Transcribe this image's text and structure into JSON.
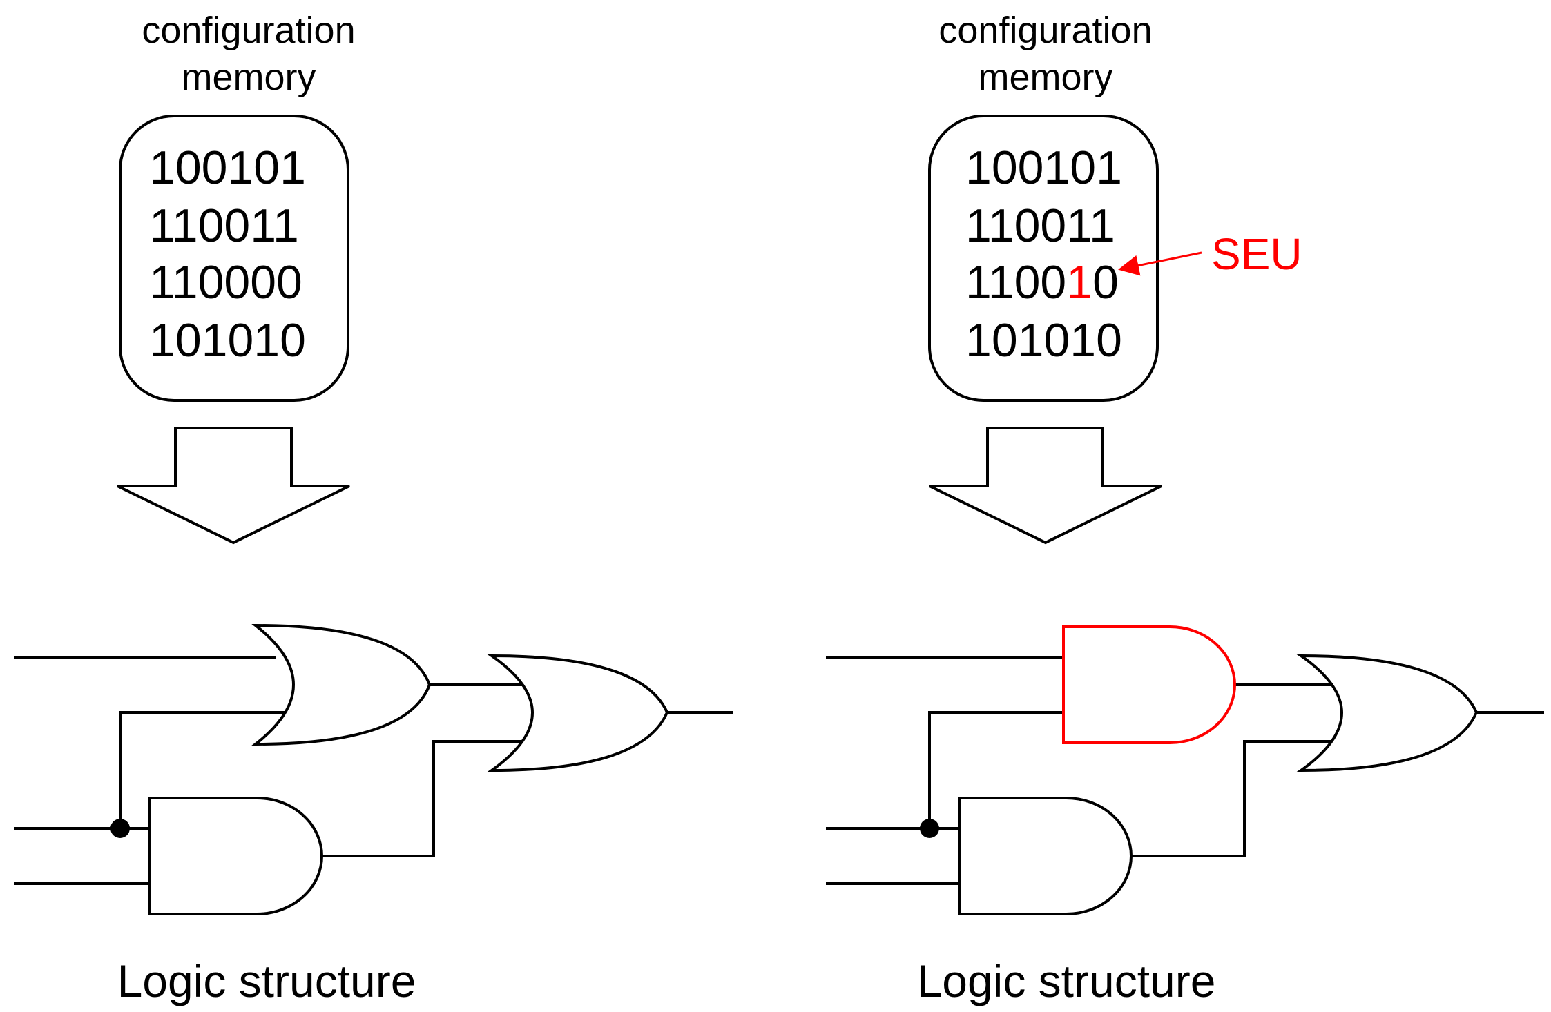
{
  "colors": {
    "line": "#000000",
    "fault": "#ff0000",
    "background": "#ffffff"
  },
  "panels": [
    {
      "heading": [
        "configuration",
        "memory"
      ],
      "memory_rows": [
        {
          "normal": "100101",
          "flipped": "",
          "tail": ""
        },
        {
          "normal": "110011",
          "flipped": "",
          "tail": ""
        },
        {
          "normal": "110000",
          "flipped": "",
          "tail": ""
        },
        {
          "normal": "101010",
          "flipped": "",
          "tail": ""
        }
      ],
      "caption": "Logic structure",
      "first_gate": "OR",
      "first_gate_faulty": false
    },
    {
      "heading": [
        "configuration",
        "memory"
      ],
      "memory_rows": [
        {
          "normal": "100101",
          "flipped": "",
          "tail": ""
        },
        {
          "normal": "110011",
          "flipped": "",
          "tail": ""
        },
        {
          "normal": "1100",
          "flipped": "1",
          "tail": "0"
        },
        {
          "normal": "101010",
          "flipped": "",
          "tail": ""
        }
      ],
      "caption": "Logic structure",
      "first_gate": "AND",
      "first_gate_faulty": true,
      "annotation": "SEU"
    }
  ]
}
